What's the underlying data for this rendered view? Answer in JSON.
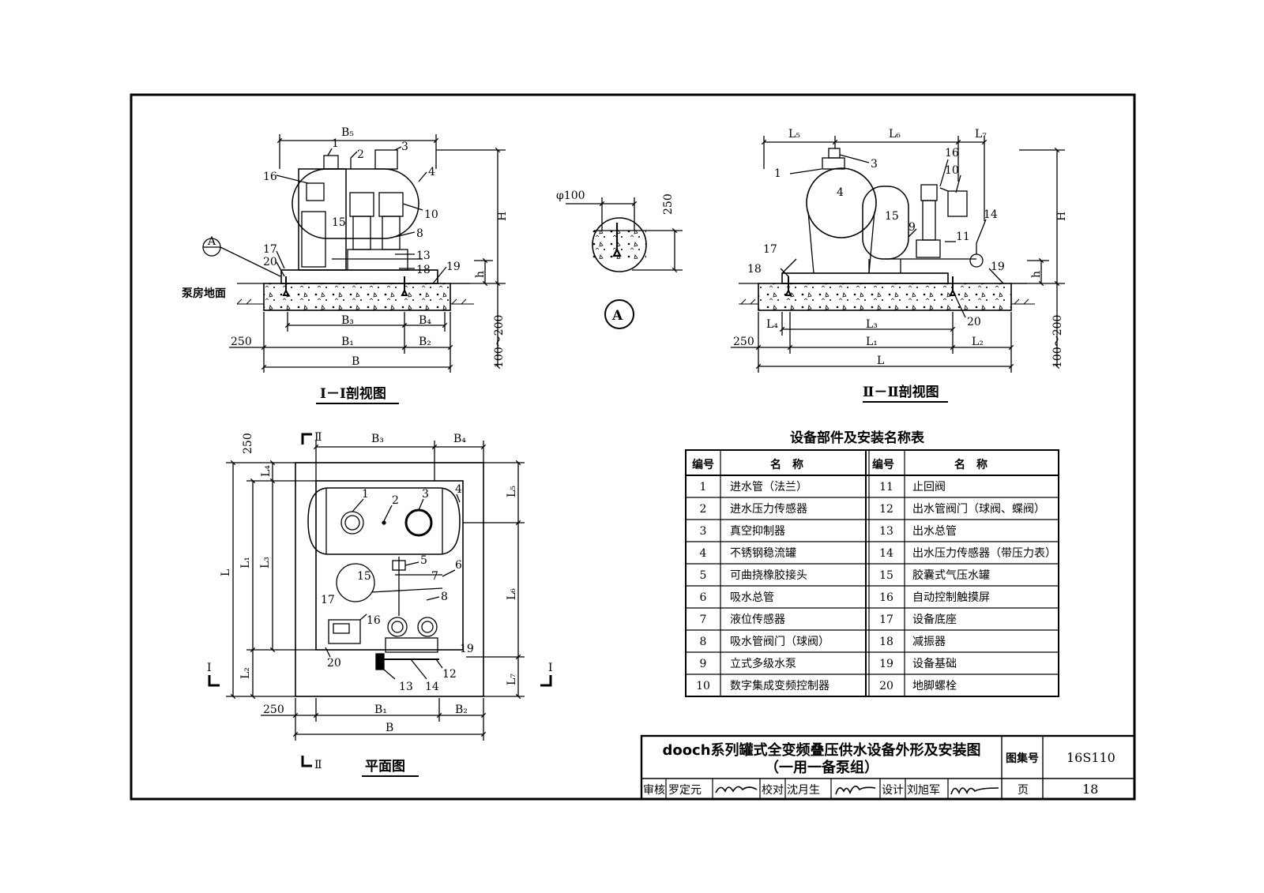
{
  "drawing": {
    "section1_title": "Ⅰ－Ⅰ剖视图",
    "section2_title": "Ⅱ－Ⅱ剖视图",
    "plan_title": "平面图",
    "detail_label": "A",
    "detail_diameter": "φ100",
    "detail_dim": "250",
    "floor_label": "泵房地面",
    "section_marks": {
      "s1": "Ⅰ",
      "s2": "Ⅱ"
    },
    "dims": {
      "B": "B",
      "B1": "B₁",
      "B2": "B₂",
      "B3": "B₃",
      "B4": "B₄",
      "B5": "B₅",
      "L": "L",
      "L1": "L₁",
      "L2": "L₂",
      "L3": "L₃",
      "L4": "L₄",
      "L5": "L₅",
      "L6": "L₆",
      "L7": "L₇",
      "H": "H",
      "h": "h",
      "d250": "250",
      "d100_200": "100～200"
    },
    "callouts": {
      "n1": "1",
      "n2": "2",
      "n3": "3",
      "n4": "4",
      "n5": "5",
      "n6": "6",
      "n7": "7",
      "n8": "8",
      "n9": "9",
      "n10": "10",
      "n11": "11",
      "n12": "12",
      "n13": "13",
      "n14": "14",
      "n15": "15",
      "n16": "16",
      "n17": "17",
      "n18": "18",
      "n19": "19",
      "n20": "20"
    }
  },
  "parts_table": {
    "title": "设备部件及安装名称表",
    "col_no": "编号",
    "col_name": "名　称",
    "left": [
      {
        "no": "1",
        "name": "进水管（法兰）"
      },
      {
        "no": "2",
        "name": "进水压力传感器"
      },
      {
        "no": "3",
        "name": "真空抑制器"
      },
      {
        "no": "4",
        "name": "不锈钢稳流罐"
      },
      {
        "no": "5",
        "name": "可曲挠橡胶接头"
      },
      {
        "no": "6",
        "name": "吸水总管"
      },
      {
        "no": "7",
        "name": "液位传感器"
      },
      {
        "no": "8",
        "name": "吸水管阀门（球阀）"
      },
      {
        "no": "9",
        "name": "立式多级水泵"
      },
      {
        "no": "10",
        "name": "数字集成变频控制器"
      }
    ],
    "right": [
      {
        "no": "11",
        "name": "止回阀"
      },
      {
        "no": "12",
        "name": "出水管阀门（球阀、蝶阀）"
      },
      {
        "no": "13",
        "name": "出水总管"
      },
      {
        "no": "14",
        "name": "出水压力传感器（带压力表）"
      },
      {
        "no": "15",
        "name": "胶囊式气压水罐"
      },
      {
        "no": "16",
        "name": "自动控制触摸屏"
      },
      {
        "no": "17",
        "name": "设备底座"
      },
      {
        "no": "18",
        "name": "减振器"
      },
      {
        "no": "19",
        "name": "设备基础"
      },
      {
        "no": "20",
        "name": "地脚螺栓"
      }
    ]
  },
  "title_block": {
    "title_line1": "dooch系列罐式全变频叠压供水设备外形及安装图",
    "title_line2": "（一用一备泵组）",
    "atlas_label": "图集号",
    "atlas_no": "16S110",
    "review_label": "审核",
    "reviewer": "罗定元",
    "check_label": "校对",
    "checker": "沈月生",
    "design_label": "设计",
    "designer": "刘旭军",
    "page_label": "页",
    "page_no": "18"
  }
}
